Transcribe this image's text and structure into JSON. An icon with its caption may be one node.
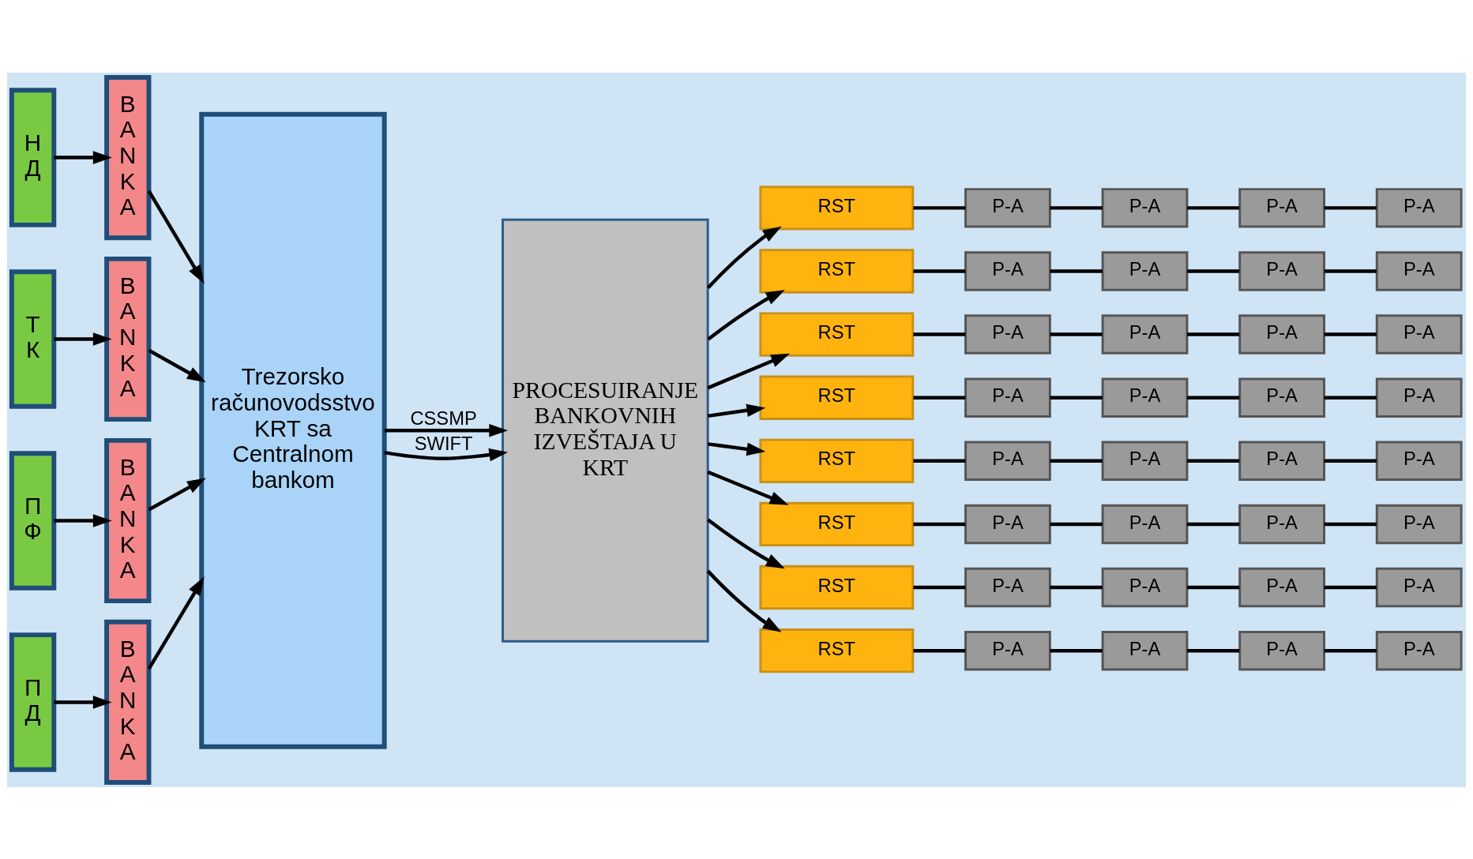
{
  "diagram": {
    "nodes": [
      {
        "text": [
          "НД"
        ]
      },
      {
        "text": [
          "ТК"
        ]
      },
      {
        "text": [
          "ПФ"
        ]
      },
      {
        "text": [
          "ПД"
        ]
      },
      {
        "text": [
          "BANKA"
        ]
      },
      {
        "text": [
          "BANKA"
        ]
      },
      {
        "text": [
          "BANKA"
        ]
      },
      {
        "text": [
          "BANKA"
        ]
      },
      {
        "text": [
          "Trezorsko računovodsstvo KRT sa Centralnom bankom"
        ]
      },
      {
        "text": [
          "PROCESUIRANJE BANKOVNIH IZVEŠTAJA U KRT"
        ]
      },
      {
        "text": [
          "RST"
        ]
      },
      {
        "text": [
          "P-A"
        ]
      },
      {
        "text": [
          "P-A"
        ]
      },
      {
        "text": [
          "P-A"
        ]
      },
      {
        "text": [
          "P-A"
        ]
      },
      {
        "text": [
          "RST"
        ]
      },
      {
        "text": [
          "P-A"
        ]
      },
      {
        "text": [
          "P-A"
        ]
      },
      {
        "text": [
          "P-A"
        ]
      },
      {
        "text": [
          "P-A"
        ]
      },
      {
        "text": [
          "RST"
        ]
      },
      {
        "text": [
          "P-A"
        ]
      },
      {
        "text": [
          "P-A"
        ]
      },
      {
        "text": [
          "P-A"
        ]
      },
      {
        "text": [
          "P-A"
        ]
      },
      {
        "text": [
          "RST"
        ]
      },
      {
        "text": [
          "P-A"
        ]
      },
      {
        "text": [
          "P-A"
        ]
      },
      {
        "text": [
          "P-A"
        ]
      },
      {
        "text": [
          "P-A"
        ]
      },
      {
        "text": [
          "RST"
        ]
      },
      {
        "text": [
          "P-A"
        ]
      },
      {
        "text": [
          "P-A"
        ]
      },
      {
        "text": [
          "P-A"
        ]
      },
      {
        "text": [
          "P-A"
        ]
      },
      {
        "text": [
          "RST"
        ]
      },
      {
        "text": [
          "P-A"
        ]
      },
      {
        "text": [
          "P-A"
        ]
      },
      {
        "text": [
          "P-A"
        ]
      },
      {
        "text": [
          "P-A"
        ]
      },
      {
        "text": [
          "RST"
        ]
      },
      {
        "text": [
          "P-A"
        ]
      },
      {
        "text": [
          "P-A"
        ]
      },
      {
        "text": [
          "P-A"
        ]
      },
      {
        "text": [
          "P-A"
        ]
      },
      {
        "text": [
          "RST"
        ]
      },
      {
        "text": [
          "P-A"
        ]
      },
      {
        "text": [
          "P-A"
        ]
      },
      {
        "text": [
          "P-A"
        ]
      },
      {
        "text": [
          "P-A"
        ]
      }
    ],
    "edges": [
      {
        "from": 0,
        "to": 4,
        "arrow": "to"
      },
      {
        "from": 1,
        "to": 5,
        "arrow": "to"
      },
      {
        "from": 2,
        "to": 6,
        "arrow": "to"
      },
      {
        "from": 3,
        "to": 7,
        "arrow": "to"
      },
      {
        "from": 4,
        "to": 8,
        "arrow": "to"
      },
      {
        "from": 5,
        "to": 8,
        "arrow": "to"
      },
      {
        "from": 6,
        "to": 8,
        "arrow": "to"
      },
      {
        "from": 7,
        "to": 8,
        "arrow": "to"
      },
      {
        "from": 8,
        "to": 9,
        "arrow": "to",
        "label": "CSSMP"
      },
      {
        "from": 8,
        "to": 9,
        "arrow": "to",
        "label": "SWIFT"
      },
      {
        "from": 9,
        "to": 10,
        "arrow": "to"
      },
      {
        "from": 9,
        "to": 15,
        "arrow": "to"
      },
      {
        "from": 9,
        "to": 20,
        "arrow": "to"
      },
      {
        "from": 9,
        "to": 25,
        "arrow": "to"
      },
      {
        "from": 9,
        "to": 30,
        "arrow": "to"
      },
      {
        "from": 9,
        "to": 35,
        "arrow": "to"
      },
      {
        "from": 9,
        "to": 40,
        "arrow": "to"
      },
      {
        "from": 9,
        "to": 45,
        "arrow": "to"
      },
      {
        "from": 10,
        "to": 11,
        "arrow": "none"
      },
      {
        "from": 11,
        "to": 12,
        "arrow": "none"
      },
      {
        "from": 12,
        "to": 13,
        "arrow": "none"
      },
      {
        "from": 13,
        "to": 14,
        "arrow": "none"
      },
      {
        "from": 15,
        "to": 16,
        "arrow": "none"
      },
      {
        "from": 16,
        "to": 17,
        "arrow": "none"
      },
      {
        "from": 17,
        "to": 18,
        "arrow": "none"
      },
      {
        "from": 18,
        "to": 19,
        "arrow": "none"
      },
      {
        "from": 20,
        "to": 21,
        "arrow": "none"
      },
      {
        "from": 21,
        "to": 22,
        "arrow": "none"
      },
      {
        "from": 22,
        "to": 23,
        "arrow": "none"
      },
      {
        "from": 23,
        "to": 24,
        "arrow": "none"
      },
      {
        "from": 25,
        "to": 26,
        "arrow": "none"
      },
      {
        "from": 26,
        "to": 27,
        "arrow": "none"
      },
      {
        "from": 27,
        "to": 28,
        "arrow": "none"
      },
      {
        "from": 28,
        "to": 29,
        "arrow": "none"
      },
      {
        "from": 30,
        "to": 31,
        "arrow": "none"
      },
      {
        "from": 31,
        "to": 32,
        "arrow": "none"
      },
      {
        "from": 32,
        "to": 33,
        "arrow": "none"
      },
      {
        "from": 33,
        "to": 34,
        "arrow": "none"
      },
      {
        "from": 35,
        "to": 36,
        "arrow": "none"
      },
      {
        "from": 36,
        "to": 37,
        "arrow": "none"
      },
      {
        "from": 37,
        "to": 38,
        "arrow": "none"
      },
      {
        "from": 38,
        "to": 39,
        "arrow": "none"
      },
      {
        "from": 40,
        "to": 41,
        "arrow": "none"
      },
      {
        "from": 41,
        "to": 42,
        "arrow": "none"
      },
      {
        "from": 42,
        "to": 43,
        "arrow": "none"
      },
      {
        "from": 43,
        "to": 44,
        "arrow": "none"
      },
      {
        "from": 45,
        "to": 46,
        "arrow": "none"
      },
      {
        "from": 46,
        "to": 47,
        "arrow": "none"
      },
      {
        "from": 47,
        "to": 48,
        "arrow": "none"
      },
      {
        "from": 48,
        "to": 49,
        "arrow": "none"
      }
    ]
  }
}
